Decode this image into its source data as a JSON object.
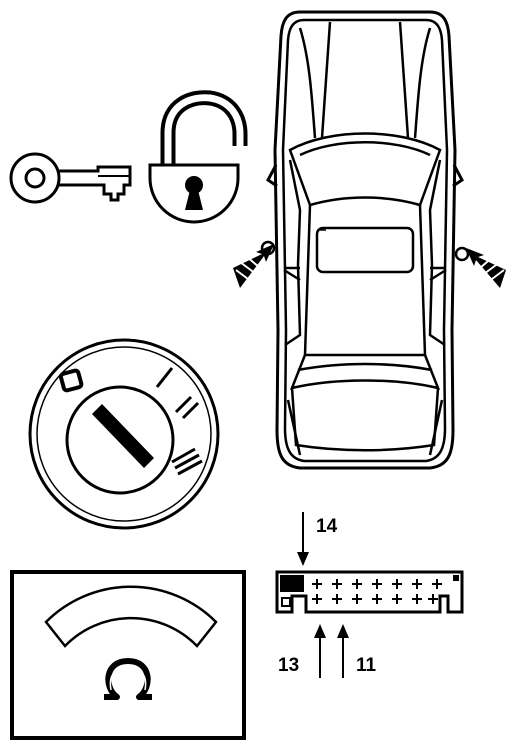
{
  "colors": {
    "ink": "#000000",
    "paper": "#ffffff"
  },
  "icons": [
    "key-icon",
    "open-padlock-icon",
    "car-top-view",
    "door-lock-arrow-icon",
    "ignition-switch-icon",
    "oil-pressure-symbol-icon",
    "diagnostic-connector-icon"
  ],
  "connector_labels": {
    "top": "14",
    "bottom_left": "13",
    "bottom_right": "11"
  }
}
